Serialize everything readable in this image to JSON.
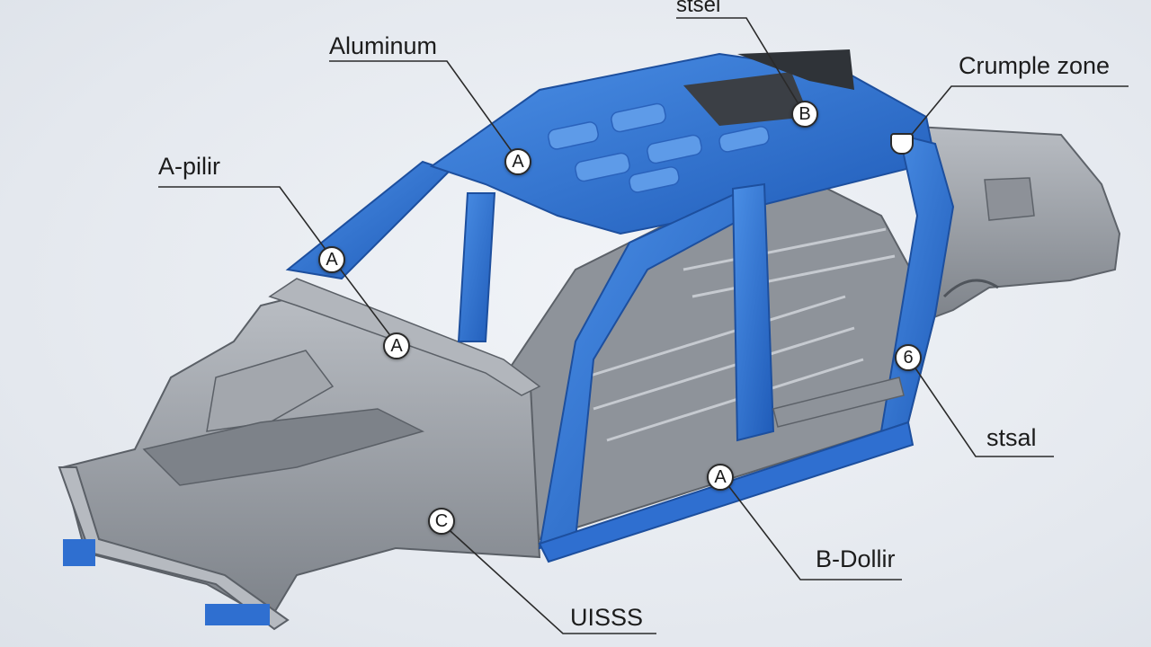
{
  "colors": {
    "steel": "#9a9ea4",
    "steel_dark": "#6f747b",
    "aluminum_blue": "#2f6fd0",
    "blue_dark": "#1d4f9e",
    "background": "#e8ecf1",
    "leader_line": "#2a2a2a"
  },
  "labels": {
    "aluminum": "Aluminum",
    "steel_top": "stsel",
    "crumple_zone": "Crumple zone",
    "a_pillar": "A-pilir",
    "steel_right": "stsal",
    "b_pillar": "B-Dollir",
    "uhss": "UISSS"
  },
  "markers": {
    "roof_a": "A",
    "roof_b": "B",
    "pillar_a_top": "A",
    "pillar_a_low": "A",
    "rear_b": "6",
    "sill_a": "A",
    "front_c": "C"
  }
}
